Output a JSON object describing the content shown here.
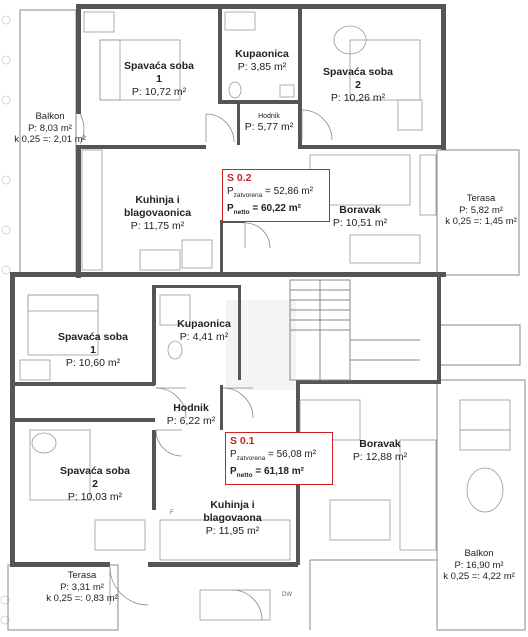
{
  "floor_plan": {
    "top_apartment": {
      "code": "S 0.2",
      "p_closed_label": "P",
      "p_closed_sub": "zatvorena",
      "p_closed_value": "= 52,86 m²",
      "p_net_label": "P",
      "p_net_sub": "netto",
      "p_net_value": "= 60,22 m²",
      "rooms": {
        "bedroom1": {
          "name_line1": "Spavaća soba",
          "name_line2": "1",
          "area": "P: 10,72 m²"
        },
        "bathroom": {
          "name": "Kupaonica",
          "area": "P: 3,85 m²"
        },
        "bedroom2": {
          "name_line1": "Spavaća soba",
          "name_line2": "2",
          "area": "P: 10,26 m²"
        },
        "hall": {
          "name": "Hodnik",
          "area": "P: 5,77 m²"
        },
        "kitchen": {
          "name_line1": "Kuhinja i",
          "name_line2": "blagovaonica",
          "area": "P: 11,75 m²"
        },
        "living": {
          "name": "Boravak",
          "area": "P: 10,51 m²"
        },
        "balcony": {
          "name": "Balkon",
          "area": "P: 8,03 m²",
          "coef": "k 0,25 =: 2,01 m²"
        },
        "terrace": {
          "name": "Terasa",
          "area": "P: 5,82 m²",
          "coef": "k 0,25 =: 1,45 m²"
        }
      }
    },
    "bottom_apartment": {
      "code": "S 0.1",
      "p_closed_label": "P",
      "p_closed_sub": "zatvorena",
      "p_closed_value": "= 56,08 m²",
      "p_net_label": "P",
      "p_net_sub": "netto",
      "p_net_value": "= 61,18 m²",
      "rooms": {
        "bedroom1": {
          "name_line1": "Spavaća soba",
          "name_line2": "1",
          "area": "P: 10,60 m²"
        },
        "bathroom": {
          "name": "Kupaonica",
          "area": "P: 4,41 m²"
        },
        "hall": {
          "name": "Hodnik",
          "area": "P: 6,22 m²"
        },
        "living": {
          "name": "Boravak",
          "area": "P: 12,88 m²"
        },
        "bedroom2": {
          "name_line1": "Spavaća soba",
          "name_line2": "2",
          "area": "P: 10,03 m²"
        },
        "kitchen": {
          "name_line1": "Kuhinja i",
          "name_line2": "blagovaona",
          "area": "P: 11,95 m²"
        },
        "terrace": {
          "name": "Terasa",
          "area": "P: 3,31 m²",
          "coef": "k 0,25 =: 0,83 m²"
        },
        "balcony": {
          "name": "Balkon",
          "area": "P: 16,90 m²",
          "coef": "k 0,25 =: 4,22 m²"
        }
      }
    },
    "appliance_label": "DW",
    "fixture_mark": "F"
  }
}
